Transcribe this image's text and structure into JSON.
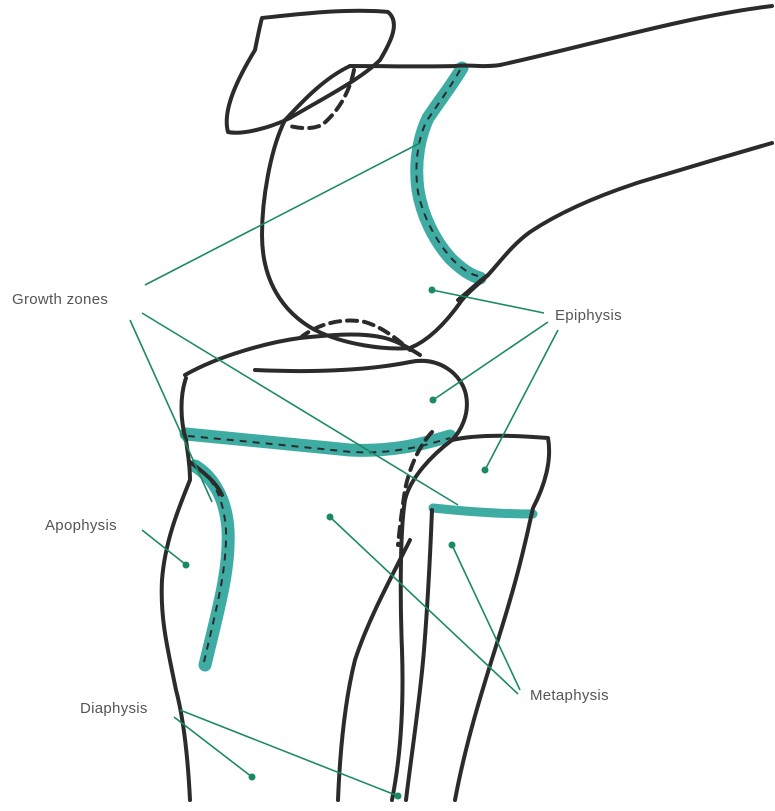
{
  "labels": {
    "growth_zones": "Growth zones",
    "epiphysis": "Epiphysis",
    "apophysis": "Apophysis",
    "metaphysis": "Metaphysis",
    "diaphysis": "Diaphysis"
  },
  "colors": {
    "outline": "#2b2b2b",
    "growth_plate": "#2aa39a",
    "leader": "#1a8a63",
    "label_text": "#555555"
  }
}
